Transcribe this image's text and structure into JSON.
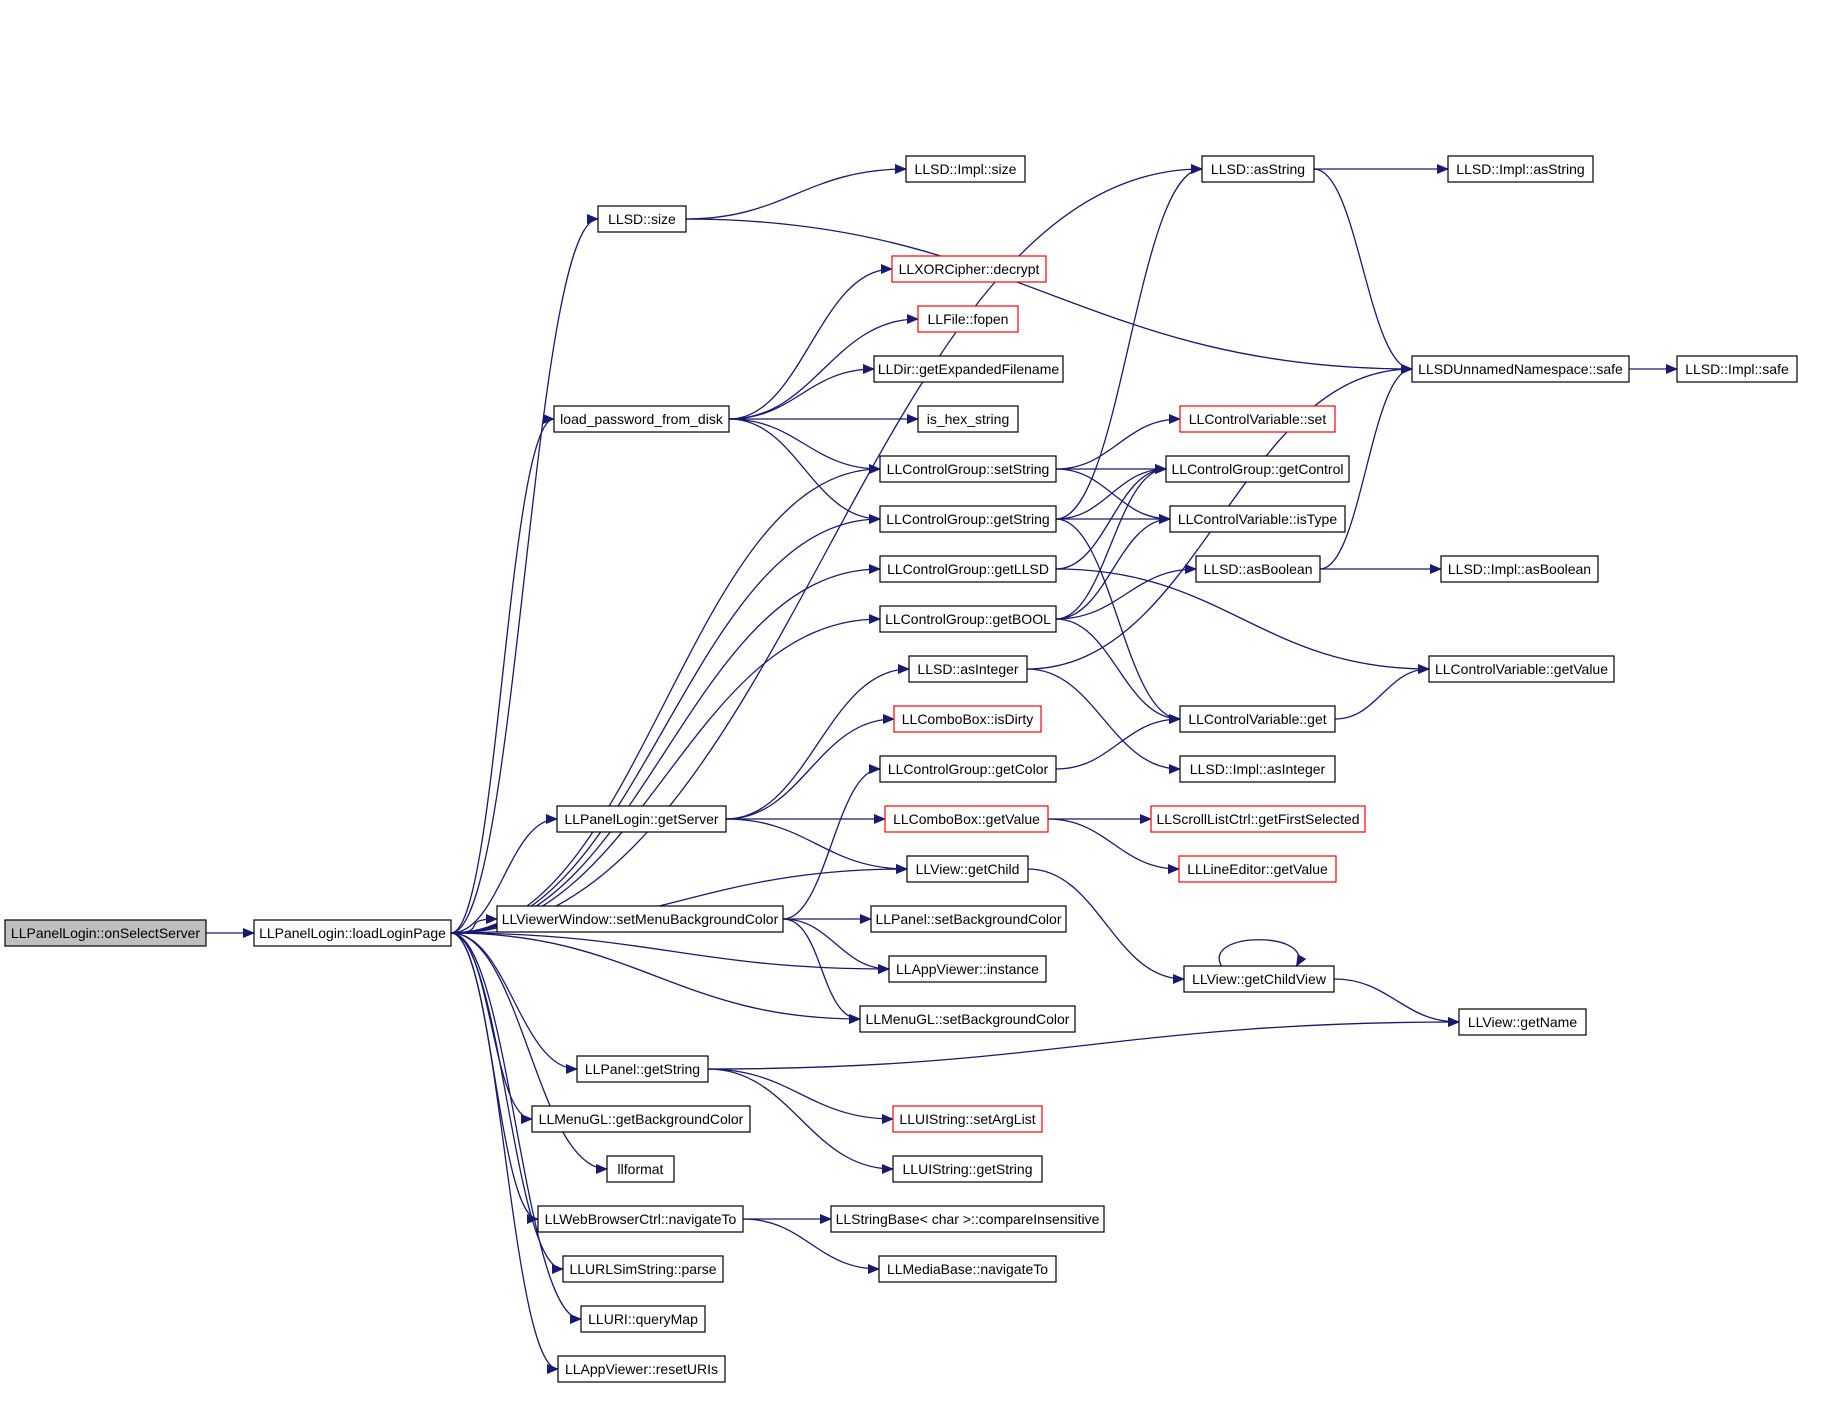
{
  "colors": {
    "edge": "#191970",
    "box_border": "#000000",
    "box_border_undocumented": "#ff0000",
    "root_fill": "#bfbfbf"
  },
  "nodes": [
    {
      "id": "onSelectServer",
      "label": "LLPanelLogin::onSelectServer",
      "root": true
    },
    {
      "id": "loadLoginPage",
      "label": "LLPanelLogin::loadLoginPage"
    },
    {
      "id": "llsdSize",
      "label": "LLSD::size"
    },
    {
      "id": "implSize",
      "label": "LLSD::Impl::size"
    },
    {
      "id": "loadPwd",
      "label": "load_password_from_disk"
    },
    {
      "id": "xorDecrypt",
      "label": "LLXORCipher::decrypt",
      "red": true
    },
    {
      "id": "fileFopen",
      "label": "LLFile::fopen",
      "red": true
    },
    {
      "id": "getExpanded",
      "label": "LLDir::getExpandedFilename"
    },
    {
      "id": "isHex",
      "label": "is_hex_string"
    },
    {
      "id": "cgSetString",
      "label": "LLControlGroup::setString"
    },
    {
      "id": "cgGetString",
      "label": "LLControlGroup::getString"
    },
    {
      "id": "cgGetLLSD",
      "label": "LLControlGroup::getLLSD"
    },
    {
      "id": "cgGetBOOL",
      "label": "LLControlGroup::getBOOL"
    },
    {
      "id": "llsdAsInteger",
      "label": "LLSD::asInteger"
    },
    {
      "id": "comboIsDirty",
      "label": "LLComboBox::isDirty",
      "red": true
    },
    {
      "id": "cgGetColor",
      "label": "LLControlGroup::getColor"
    },
    {
      "id": "getServer",
      "label": "LLPanelLogin::getServer"
    },
    {
      "id": "comboGetValue",
      "label": "LLComboBox::getValue",
      "red": true
    },
    {
      "id": "viewGetChild",
      "label": "LLView::getChild"
    },
    {
      "id": "setMenuBg",
      "label": "LLViewerWindow::setMenuBackgroundColor"
    },
    {
      "id": "panelSetBg",
      "label": "LLPanel::setBackgroundColor"
    },
    {
      "id": "appInstance",
      "label": "LLAppViewer::instance"
    },
    {
      "id": "menuSetBg",
      "label": "LLMenuGL::setBackgroundColor"
    },
    {
      "id": "panelGetString",
      "label": "LLPanel::getString"
    },
    {
      "id": "uiSetArgList",
      "label": "LLUIString::setArgList",
      "red": true
    },
    {
      "id": "menuGetBg",
      "label": "LLMenuGL::getBackgroundColor"
    },
    {
      "id": "uiGetString",
      "label": "LLUIString::getString"
    },
    {
      "id": "llformat",
      "label": "llformat"
    },
    {
      "id": "webNavigate",
      "label": "LLWebBrowserCtrl::navigateTo"
    },
    {
      "id": "compareInsens",
      "label": "LLStringBase< char >::compareInsensitive"
    },
    {
      "id": "urlParse",
      "label": "LLURLSimString::parse"
    },
    {
      "id": "mediaNavigate",
      "label": "LLMediaBase::navigateTo"
    },
    {
      "id": "queryMap",
      "label": "LLURI::queryMap"
    },
    {
      "id": "resetURIs",
      "label": "LLAppViewer::resetURIs"
    },
    {
      "id": "llsdAsString",
      "label": "LLSD::asString"
    },
    {
      "id": "implAsString",
      "label": "LLSD::Impl::asString"
    },
    {
      "id": "safe",
      "label": "LLSDUnnamedNamespace::safe"
    },
    {
      "id": "implSafe",
      "label": "LLSD::Impl::safe"
    },
    {
      "id": "cvSet",
      "label": "LLControlVariable::set",
      "red": true
    },
    {
      "id": "cgGetControl",
      "label": "LLControlGroup::getControl"
    },
    {
      "id": "cvIsType",
      "label": "LLControlVariable::isType"
    },
    {
      "id": "llsdAsBoolean",
      "label": "LLSD::asBoolean"
    },
    {
      "id": "implAsBoolean",
      "label": "LLSD::Impl::asBoolean"
    },
    {
      "id": "cvGetValue",
      "label": "LLControlVariable::getValue"
    },
    {
      "id": "cvGet",
      "label": "LLControlVariable::get"
    },
    {
      "id": "implAsInteger",
      "label": "LLSD::Impl::asInteger"
    },
    {
      "id": "scrollFirstSel",
      "label": "LLScrollListCtrl::getFirstSelected",
      "red": true
    },
    {
      "id": "lineEditorGetValue",
      "label": "LLLineEditor::getValue",
      "red": true
    },
    {
      "id": "getChildView",
      "label": "LLView::getChildView"
    },
    {
      "id": "viewGetName",
      "label": "LLView::getName"
    }
  ],
  "edges": [
    [
      "onSelectServer",
      "loadLoginPage"
    ],
    [
      "loadLoginPage",
      "llsdAsString"
    ],
    [
      "loadLoginPage",
      "llsdSize"
    ],
    [
      "loadLoginPage",
      "loadPwd"
    ],
    [
      "loadLoginPage",
      "cgSetString"
    ],
    [
      "loadLoginPage",
      "cgGetString"
    ],
    [
      "loadLoginPage",
      "cgGetLLSD"
    ],
    [
      "loadLoginPage",
      "cgGetBOOL"
    ],
    [
      "loadLoginPage",
      "getServer"
    ],
    [
      "loadLoginPage",
      "viewGetChild"
    ],
    [
      "loadLoginPage",
      "setMenuBg"
    ],
    [
      "loadLoginPage",
      "appInstance"
    ],
    [
      "loadLoginPage",
      "menuSetBg"
    ],
    [
      "loadLoginPage",
      "panelGetString"
    ],
    [
      "loadLoginPage",
      "menuGetBg"
    ],
    [
      "loadLoginPage",
      "llformat"
    ],
    [
      "loadLoginPage",
      "webNavigate"
    ],
    [
      "loadLoginPage",
      "urlParse"
    ],
    [
      "loadLoginPage",
      "queryMap"
    ],
    [
      "loadLoginPage",
      "resetURIs"
    ],
    [
      "llsdSize",
      "implSize"
    ],
    [
      "llsdSize",
      "safe"
    ],
    [
      "loadPwd",
      "xorDecrypt"
    ],
    [
      "loadPwd",
      "fileFopen"
    ],
    [
      "loadPwd",
      "getExpanded"
    ],
    [
      "loadPwd",
      "isHex"
    ],
    [
      "loadPwd",
      "cgSetString"
    ],
    [
      "loadPwd",
      "cgGetString"
    ],
    [
      "cgSetString",
      "cvSet"
    ],
    [
      "cgSetString",
      "cgGetControl"
    ],
    [
      "cgSetString",
      "cvIsType"
    ],
    [
      "cgGetString",
      "llsdAsString"
    ],
    [
      "cgGetString",
      "cgGetControl"
    ],
    [
      "cgGetString",
      "cvIsType"
    ],
    [
      "cgGetString",
      "cvGet"
    ],
    [
      "cgGetLLSD",
      "cgGetControl"
    ],
    [
      "cgGetLLSD",
      "cvGetValue"
    ],
    [
      "cgGetBOOL",
      "cgGetControl"
    ],
    [
      "cgGetBOOL",
      "cvIsType"
    ],
    [
      "cgGetBOOL",
      "llsdAsBoolean"
    ],
    [
      "cgGetBOOL",
      "cvGet"
    ],
    [
      "llsdAsInteger",
      "safe"
    ],
    [
      "llsdAsInteger",
      "implAsInteger"
    ],
    [
      "cgGetColor",
      "cvGet"
    ],
    [
      "getServer",
      "llsdAsInteger"
    ],
    [
      "getServer",
      "comboIsDirty"
    ],
    [
      "getServer",
      "comboGetValue"
    ],
    [
      "getServer",
      "viewGetChild"
    ],
    [
      "comboGetValue",
      "scrollFirstSel"
    ],
    [
      "comboGetValue",
      "lineEditorGetValue"
    ],
    [
      "viewGetChild",
      "getChildView"
    ],
    [
      "setMenuBg",
      "cgGetColor"
    ],
    [
      "setMenuBg",
      "panelSetBg"
    ],
    [
      "setMenuBg",
      "appInstance"
    ],
    [
      "setMenuBg",
      "menuSetBg"
    ],
    [
      "panelGetString",
      "viewGetName"
    ],
    [
      "panelGetString",
      "uiSetArgList"
    ],
    [
      "panelGetString",
      "uiGetString"
    ],
    [
      "webNavigate",
      "compareInsens"
    ],
    [
      "webNavigate",
      "mediaNavigate"
    ],
    [
      "llsdAsString",
      "implAsString"
    ],
    [
      "llsdAsString",
      "safe"
    ],
    [
      "safe",
      "implSafe"
    ],
    [
      "llsdAsBoolean",
      "safe"
    ],
    [
      "llsdAsBoolean",
      "implAsBoolean"
    ],
    [
      "cvGet",
      "cvGetValue"
    ],
    [
      "getChildView",
      "getChildView"
    ],
    [
      "getChildView",
      "viewGetName"
    ]
  ]
}
